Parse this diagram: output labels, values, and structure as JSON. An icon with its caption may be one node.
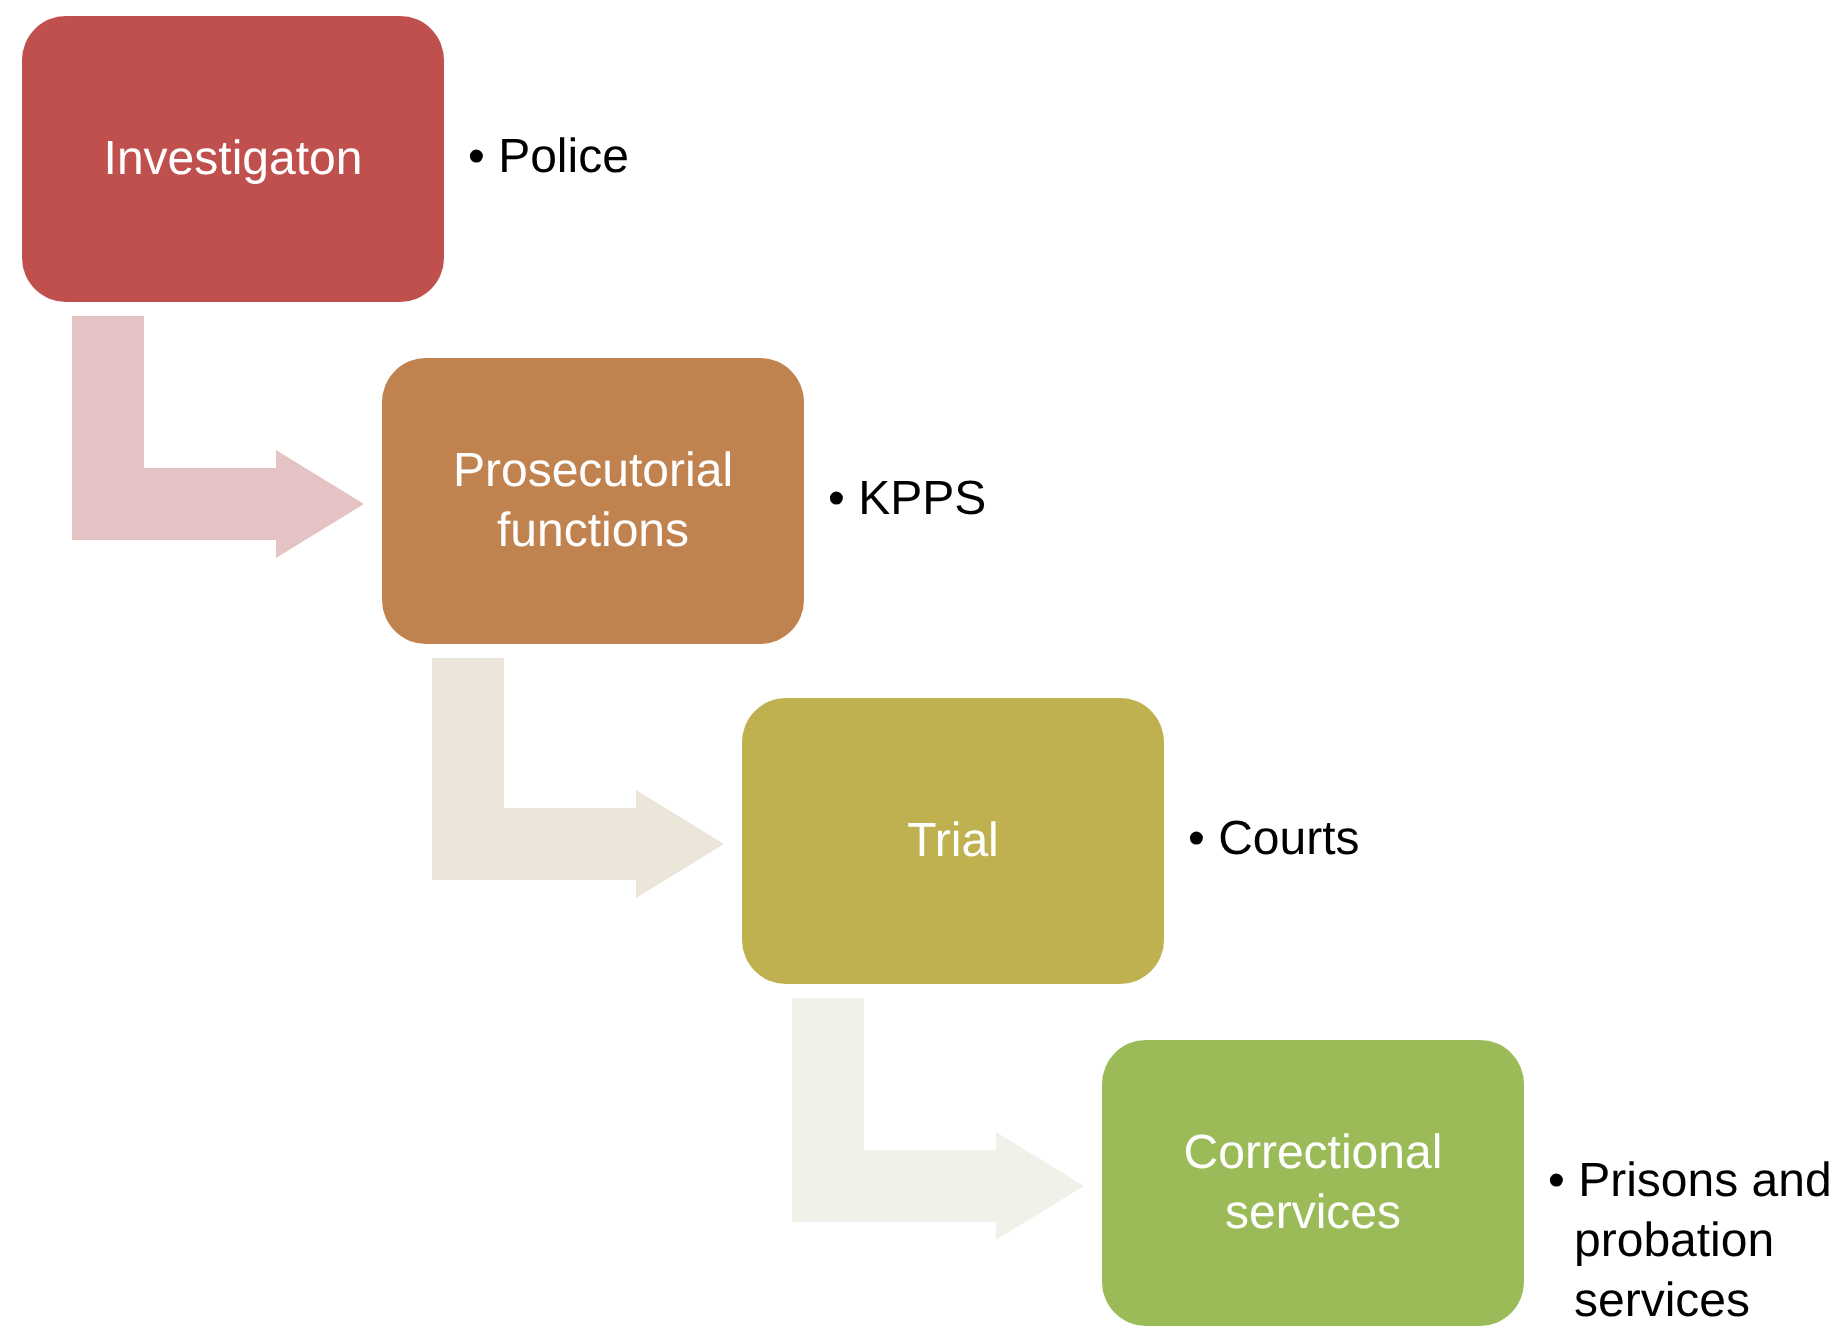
{
  "diagram": {
    "nodes": [
      {
        "text": [
          "Investigaton"
        ],
        "beside": [
          "• Police"
        ]
      },
      {
        "text": [
          "Prosecutorial functions"
        ],
        "beside": [
          "• KPPS"
        ]
      },
      {
        "text": [
          "Trial"
        ],
        "beside": [
          "• Courts"
        ]
      },
      {
        "text": [
          "Correctional services"
        ],
        "beside": [
          "• Prisons and probation services"
        ]
      }
    ],
    "edges": [
      {
        "from": 0,
        "to": 1,
        "arrow": "to",
        "color": "#e5c3c4"
      },
      {
        "from": 1,
        "to": 2,
        "arrow": "to",
        "color": "#ebe5da"
      },
      {
        "from": 2,
        "to": 3,
        "arrow": "to",
        "color": "#eff2e9"
      }
    ]
  }
}
